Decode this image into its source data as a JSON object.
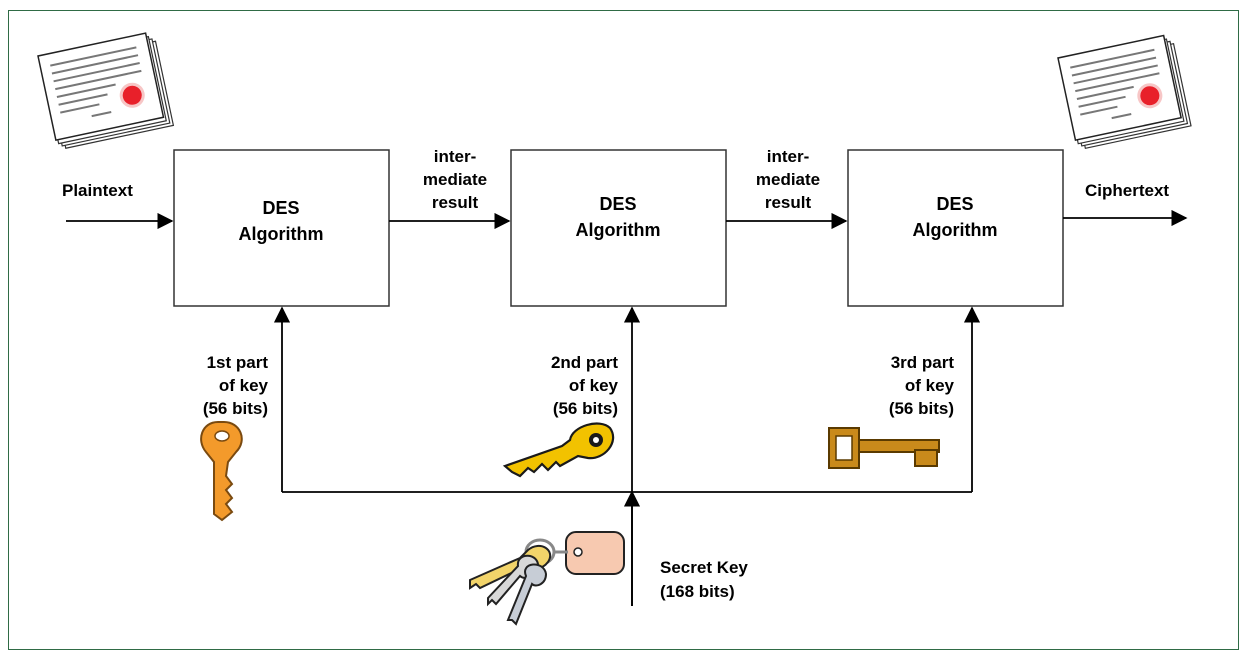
{
  "input_label": "Plaintext",
  "output_label": "Ciphertext",
  "boxes": [
    {
      "line1": "DES",
      "line2": "Algorithm"
    },
    {
      "line1": "DES",
      "line2": "Algorithm"
    },
    {
      "line1": "DES",
      "line2": "Algorithm"
    }
  ],
  "intermediate": [
    {
      "line1": "inter-",
      "line2": "mediate",
      "line3": "result"
    },
    {
      "line1": "inter-",
      "line2": "mediate",
      "line3": "result"
    }
  ],
  "key_parts": [
    {
      "line1": "1st part",
      "line2": "of key",
      "line3": "(56 bits)"
    },
    {
      "line1": "2nd part",
      "line2": "of key",
      "line3": "(56 bits)"
    },
    {
      "line1": "3rd part",
      "line2": "of key",
      "line3": "(56 bits)"
    }
  ],
  "secret_key": {
    "line1": "Secret Key",
    "line2": "(168 bits)"
  },
  "icons": [
    "plaintext-document-icon",
    "ciphertext-document-icon",
    "orange-key-icon",
    "gold-key-icon",
    "skeleton-key-icon",
    "keyring-icon"
  ],
  "colors": {
    "frame": "#2f6b45",
    "seal": "#e8202a",
    "key_orange": "#f39a2b",
    "key_gold": "#f2c200",
    "key_bronze": "#c98a1b"
  }
}
